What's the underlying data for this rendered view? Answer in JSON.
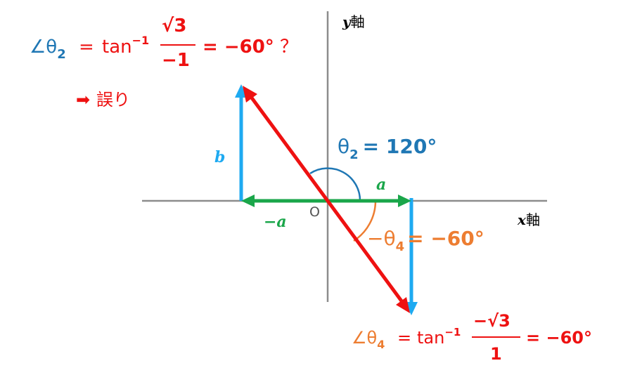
{
  "colors": {
    "axis": "#8c8c8c",
    "red": "#ee1111",
    "blue": "#1f77b4",
    "cyan": "#1eaaf1",
    "green": "#1aa64a",
    "orange": "#ed7d31",
    "text": "#000000",
    "origin": "#555555"
  },
  "axes": {
    "y_label_var": "y",
    "y_label_kanji": "軸",
    "x_label_var": "x",
    "x_label_kanji": "軸",
    "origin": "O"
  },
  "vectors": {
    "b": "b",
    "a": "a",
    "neg_a": "−a"
  },
  "top_formula": {
    "angle": "∠θ",
    "sub": "2",
    "eq1": "=",
    "tan": "tan",
    "sup": "−1",
    "num": "√3",
    "den": "−1",
    "result": "= −60°",
    "question": "？"
  },
  "wrong": {
    "arrow": "➡",
    "text": "誤り"
  },
  "theta2": {
    "sym": "θ",
    "sub": "2",
    "value": "= 120°"
  },
  "theta4": {
    "sym": "−θ",
    "sub": "4",
    "value": "= −60°"
  },
  "bottom_formula": {
    "angle": "∠θ",
    "sub": "4",
    "eq1": "=",
    "tan": "tan",
    "sup": "−1",
    "num": "−√3",
    "den": "1",
    "result": "= −60°"
  }
}
